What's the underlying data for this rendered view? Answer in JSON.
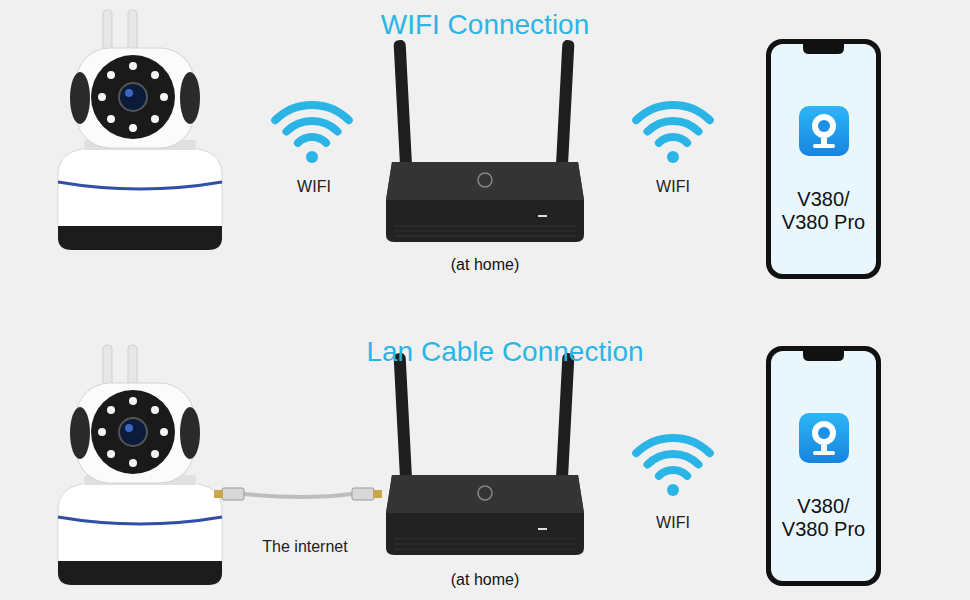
{
  "diagram": {
    "nodes": [
      {
        "text": [
          "(at home)"
        ]
      },
      {
        "text": [
          "V380/ V380 Pro"
        ]
      },
      {
        "text": [
          "(at home)"
        ]
      },
      {
        "text": [
          "V380/ V380 Pro"
        ]
      }
    ],
    "labels": [
      "WIFI Connection",
      "WIFI",
      "WIFI",
      "Lan Cable Connection",
      "The internet",
      "WIFI"
    ]
  }
}
